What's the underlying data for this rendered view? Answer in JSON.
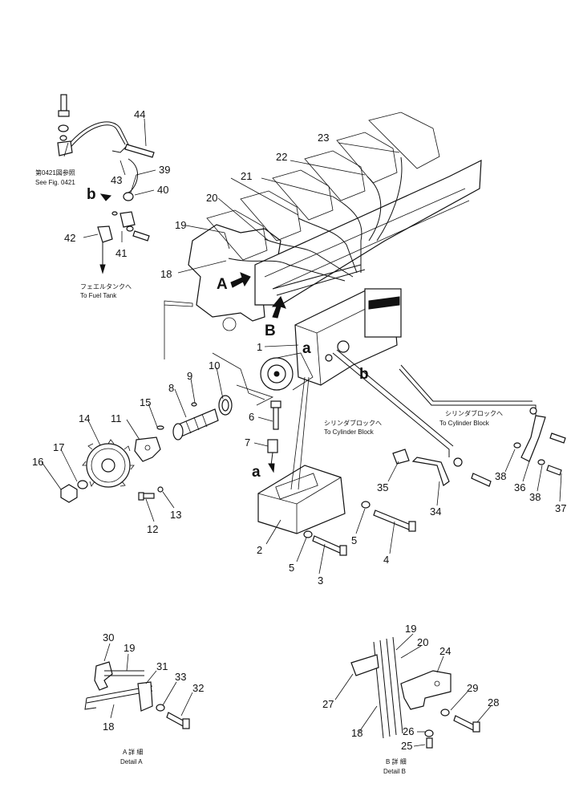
{
  "callouts": {
    "n1": "1",
    "n2": "2",
    "n3": "3",
    "n4": "4",
    "n5a": "5",
    "n5b": "5",
    "n6": "6",
    "n7": "7",
    "n8": "8",
    "n9": "9",
    "n10": "10",
    "n11": "11",
    "n12": "12",
    "n13": "13",
    "n14": "14",
    "n15": "15",
    "n16": "16",
    "n17": "17",
    "n18": "18",
    "n19": "19",
    "n20": "20",
    "n21": "21",
    "n22": "22",
    "n23": "23",
    "n34": "34",
    "n35": "35",
    "n36": "36",
    "n37": "37",
    "n38a": "38",
    "n38b": "38",
    "n39": "39",
    "n40": "40",
    "n41": "41",
    "n42": "42",
    "n43": "43",
    "n44": "44"
  },
  "detail_a_callouts": {
    "n30": "30",
    "n19": "19",
    "n31": "31",
    "n33": "33",
    "n32": "32",
    "n18": "18"
  },
  "detail_b_callouts": {
    "n19": "19",
    "n20": "20",
    "n24": "24",
    "n27": "27",
    "n29": "29",
    "n28": "28",
    "n18": "18",
    "n26": "26",
    "n25": "25"
  },
  "letters": {
    "A": "A",
    "B": "B",
    "a_top": "a",
    "a_bottom": "a",
    "b_left": "b",
    "b_right": "b"
  },
  "notes": {
    "see_fig_jp": "第0421図参照",
    "see_fig_en": "See Fig. 0421",
    "fuel_tank_jp": "フェエルタンクへ",
    "fuel_tank_en": "To Fuel Tank",
    "cyl_block_mid_jp": "シリンダブロックへ",
    "cyl_block_mid_en": "To Cylinder Block",
    "cyl_block_right_jp": "シリンダブロックへ",
    "cyl_block_right_en": "To Cylinder Block",
    "detail_a_jp": "A 詳 細",
    "detail_a_en": "Detail A",
    "detail_b_jp": "B 詳 細",
    "detail_b_en": "Detail B"
  }
}
